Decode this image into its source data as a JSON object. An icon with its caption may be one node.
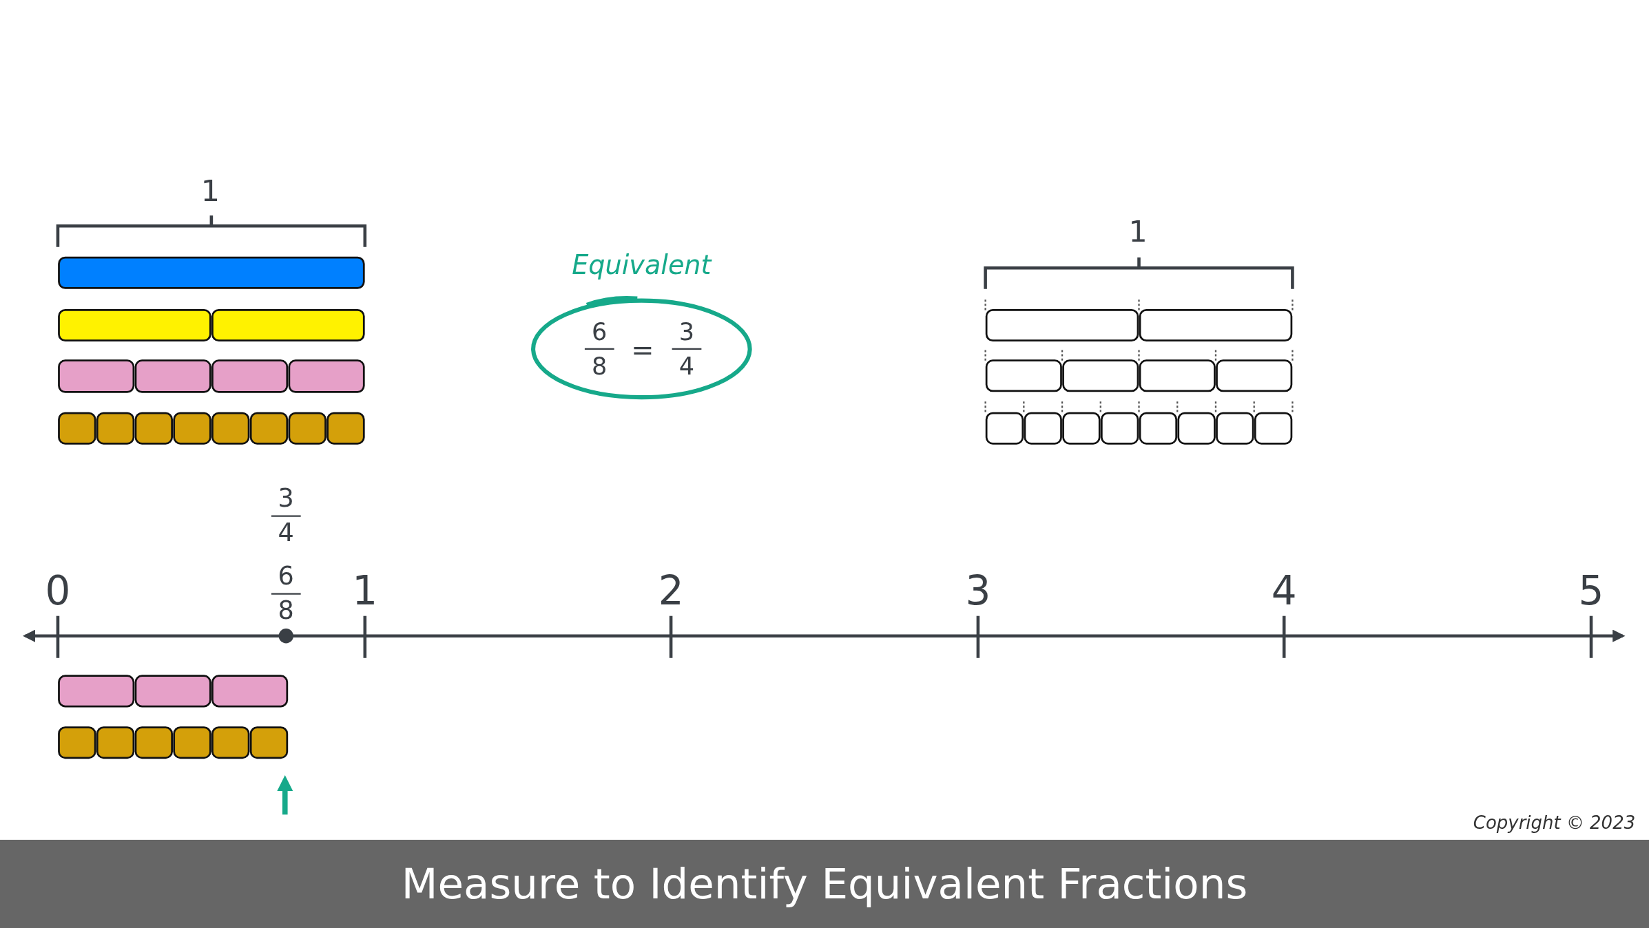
{
  "diagram": {
    "title": "Measure to Identify Equivalent Fractions",
    "nodes": [
      {
        "text": [
          "Equivalent",
          "6",
          "8",
          "=",
          "3",
          "4"
        ]
      }
    ],
    "edges": [],
    "labels": [
      "1",
      "1",
      "3",
      "4",
      "0",
      "6",
      "8",
      "1",
      "2",
      "3",
      "4",
      "5",
      "Copyright © 2023"
    ]
  }
}
